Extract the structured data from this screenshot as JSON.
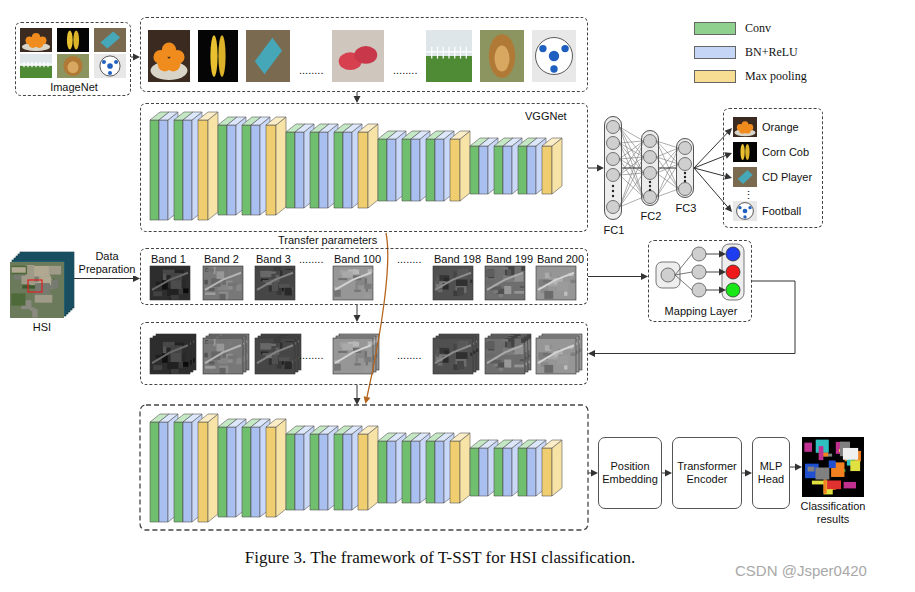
{
  "diagram": {
    "caption": "Figure 3. The framework of T-SST for HSI classification.",
    "nodes": [
      {
        "text": [
          "ImageNet"
        ]
      },
      {
        "text": [
          "........",
          "........"
        ]
      },
      {
        "text": [
          "VGGNet"
        ]
      },
      {
        "text": [
          "FC1"
        ]
      },
      {
        "text": [
          "FC2"
        ]
      },
      {
        "text": [
          "FC3"
        ]
      },
      {
        "text": [
          "⋮"
        ]
      },
      {
        "text": [
          "Orange"
        ],
        "in": 6
      },
      {
        "text": [
          "Corn Cob"
        ],
        "in": 6
      },
      {
        "text": [
          "CD Player"
        ],
        "in": 6
      },
      {
        "text": [
          "Football"
        ],
        "in": 6
      },
      {
        "text": [
          "HSI"
        ]
      },
      {
        "text": [
          "Band 1",
          "Band 2",
          "Band 3",
          "........",
          "Band 100",
          "........",
          "Band 198",
          "Band 199",
          "Band 200"
        ]
      },
      {
        "text": [
          "Mapping Layer"
        ]
      },
      {
        "text": [
          "........",
          "........"
        ]
      },
      {
        "text": [
          "Position Embedding"
        ]
      },
      {
        "text": [
          "Transformer Encoder"
        ]
      },
      {
        "text": [
          "MLP Head"
        ]
      },
      {
        "text": [
          "Classification results"
        ]
      }
    ],
    "edges": [
      {
        "from": 0,
        "to": 1,
        "arrow": "to"
      },
      {
        "from": 1,
        "to": 2,
        "arrow": "to"
      },
      {
        "from": 2,
        "to": 3,
        "arrow": "to"
      },
      {
        "from": 3,
        "to": 4,
        "arrow": "none"
      },
      {
        "from": 4,
        "to": 5,
        "arrow": "none"
      },
      {
        "from": 5,
        "to": 7,
        "arrow": "to"
      },
      {
        "from": 5,
        "to": 8,
        "arrow": "to"
      },
      {
        "from": 5,
        "to": 9,
        "arrow": "to"
      },
      {
        "from": 5,
        "to": 10,
        "arrow": "to"
      },
      {
        "from": 11,
        "to": 12,
        "label": "Data Preparation",
        "arrow": "to"
      },
      {
        "from": 12,
        "to": 13,
        "arrow": "to"
      },
      {
        "from": 13,
        "to": 14,
        "arrow": "to"
      },
      {
        "from": 12,
        "to": 14,
        "arrow": "to"
      },
      {
        "from": 15,
        "to": 16,
        "arrow": "to"
      },
      {
        "from": 16,
        "to": 17,
        "arrow": "to"
      },
      {
        "from": 17,
        "to": 18,
        "arrow": "to"
      }
    ],
    "labels": [
      "Transfer parameters",
      "CSDN @Jsper0420"
    ],
    "legend": [
      {
        "text": "Conv",
        "color": "#8fd08f"
      },
      {
        "text": "BN+ReLU",
        "color": "#c5d5f6"
      },
      {
        "text": "Max pooling",
        "color": "#f7dd94"
      }
    ]
  }
}
